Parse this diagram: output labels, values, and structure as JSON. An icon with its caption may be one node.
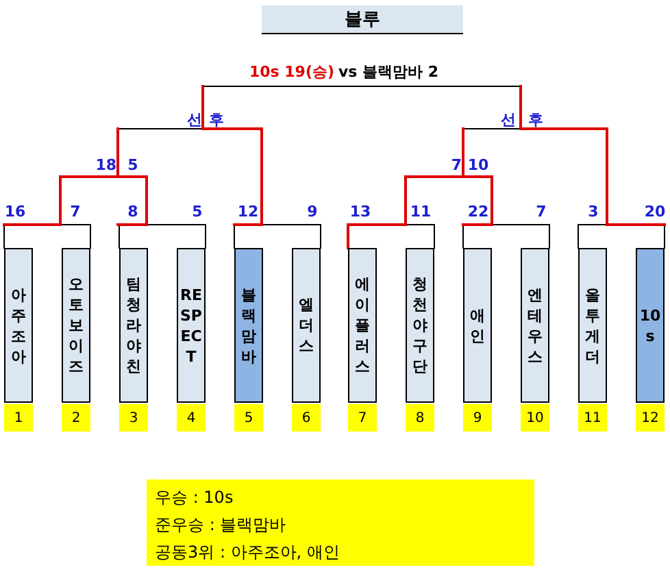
{
  "diagram": {
    "title": "블루",
    "nodes": [
      {
        "text": [
          "아주조아"
        ]
      },
      {
        "text": [
          "오토보이즈"
        ]
      },
      {
        "text": [
          "팀청라야친"
        ]
      },
      {
        "text": [
          "RESPECT"
        ]
      },
      {
        "text": [
          "블랙맘바"
        ]
      },
      {
        "text": [
          "엘더스"
        ]
      },
      {
        "text": [
          "에이플러스"
        ]
      },
      {
        "text": [
          "청천야구단"
        ]
      },
      {
        "text": [
          "애인"
        ]
      },
      {
        "text": [
          "엔테우스"
        ]
      },
      {
        "text": [
          "올투게더"
        ]
      },
      {
        "text": [
          "10s"
        ]
      },
      {
        "text": [
          "1"
        ]
      },
      {
        "text": [
          "2"
        ]
      },
      {
        "text": [
          "3"
        ]
      },
      {
        "text": [
          "4"
        ]
      },
      {
        "text": [
          "5"
        ]
      },
      {
        "text": [
          "6"
        ]
      },
      {
        "text": [
          "7"
        ]
      },
      {
        "text": [
          "8"
        ]
      },
      {
        "text": [
          "9"
        ]
      },
      {
        "text": [
          "10"
        ]
      },
      {
        "text": [
          "11"
        ]
      },
      {
        "text": [
          "12"
        ]
      },
      {
        "text": [
          "우승 : 10s",
          "준우승 : 블랙맘바",
          "공동3위 : 아주조아, 애인"
        ]
      }
    ],
    "labels": [
      "10s 19(승)",
      "vs 블랙맘바 2",
      "선",
      "후",
      "선",
      "후",
      "18",
      "5",
      "7",
      "10",
      "16",
      "7",
      "8",
      "5",
      "12",
      "9",
      "13",
      "11",
      "22",
      "7",
      "3",
      "20"
    ]
  }
}
